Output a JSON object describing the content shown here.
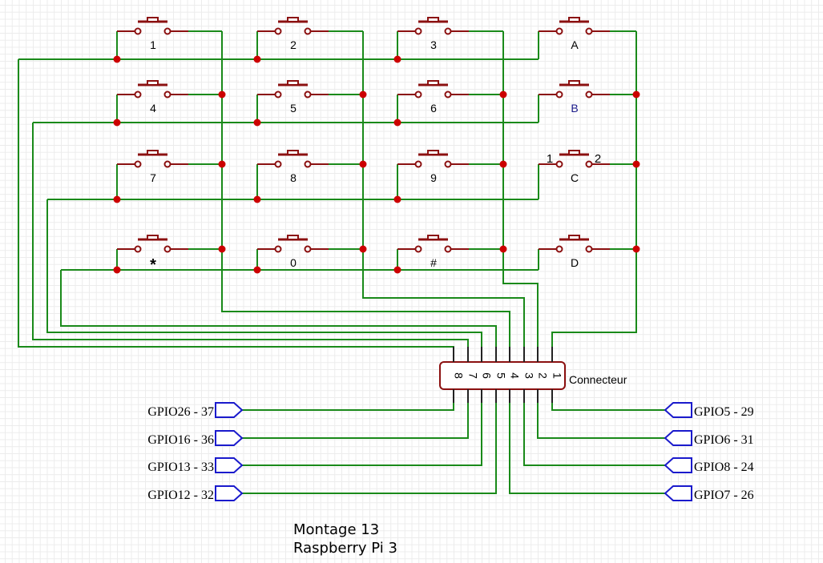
{
  "keypad": {
    "rows": [
      [
        "1",
        "2",
        "3",
        "A"
      ],
      [
        "4",
        "5",
        "6",
        "B"
      ],
      [
        "7",
        "8",
        "9",
        "C"
      ],
      [
        "*",
        "0",
        "#",
        "D"
      ]
    ],
    "pin_labels_shown_on": "C",
    "pin_labels": [
      "1",
      "2"
    ]
  },
  "connector": {
    "label": "Connecteur",
    "pins": [
      "8",
      "7",
      "6",
      "5",
      "4",
      "3",
      "2",
      "1"
    ]
  },
  "gpio_left": [
    {
      "label": "GPIO26 - 37",
      "pin": "8"
    },
    {
      "label": "GPIO16 - 36",
      "pin": "7"
    },
    {
      "label": "GPIO13 - 33",
      "pin": "6"
    },
    {
      "label": "GPIO12 - 32",
      "pin": "5"
    }
  ],
  "gpio_right": [
    {
      "label": "GPIO5 - 29",
      "pin": "1"
    },
    {
      "label": "GPIO6 - 31",
      "pin": "2"
    },
    {
      "label": "GPIO8 - 24",
      "pin": "3"
    },
    {
      "label": "GPIO7 - 26",
      "pin": "4"
    }
  ],
  "title": {
    "line1": "Montage 13",
    "line2": "Raspberry Pi 3"
  },
  "colors": {
    "wire": "#1a8a1a",
    "switch": "#8b1010",
    "junction": "#cc0000",
    "port": "#1a1acc",
    "pin_lead": "#222222"
  }
}
